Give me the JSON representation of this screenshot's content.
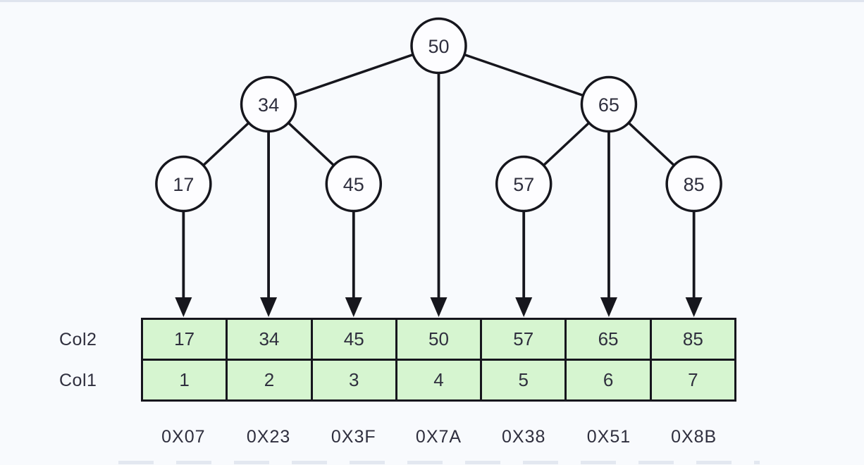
{
  "diagram": {
    "tree": {
      "nodes": [
        {
          "id": "n50",
          "label": "50",
          "col": 4,
          "level": 0
        },
        {
          "id": "n34",
          "label": "34",
          "col": 2,
          "level": 1
        },
        {
          "id": "n65",
          "label": "65",
          "col": 6,
          "level": 1
        },
        {
          "id": "n17",
          "label": "17",
          "col": 1,
          "level": 2
        },
        {
          "id": "n45",
          "label": "45",
          "col": 3,
          "level": 2
        },
        {
          "id": "n57",
          "label": "57",
          "col": 5,
          "level": 2
        },
        {
          "id": "n85",
          "label": "85",
          "col": 7,
          "level": 2
        }
      ],
      "edges": [
        [
          "n50",
          "n34"
        ],
        [
          "n50",
          "n65"
        ],
        [
          "n34",
          "n17"
        ],
        [
          "n34",
          "n45"
        ],
        [
          "n65",
          "n57"
        ],
        [
          "n65",
          "n85"
        ]
      ]
    },
    "table": {
      "row_labels": [
        "Col2",
        "Col1"
      ],
      "rows": [
        [
          "17",
          "34",
          "45",
          "50",
          "57",
          "65",
          "85"
        ],
        [
          "1",
          "2",
          "3",
          "4",
          "5",
          "6",
          "7"
        ]
      ]
    },
    "addresses": [
      "0X07",
      "0X23",
      "0X3F",
      "0X7A",
      "0X38",
      "0X51",
      "0X8B"
    ],
    "colors": {
      "background": "#f8fafd",
      "stroke": "#16161d",
      "node_fill": "#fdfdff",
      "cell_fill": "#d6f5d0",
      "text": "#2f2f3e"
    }
  }
}
